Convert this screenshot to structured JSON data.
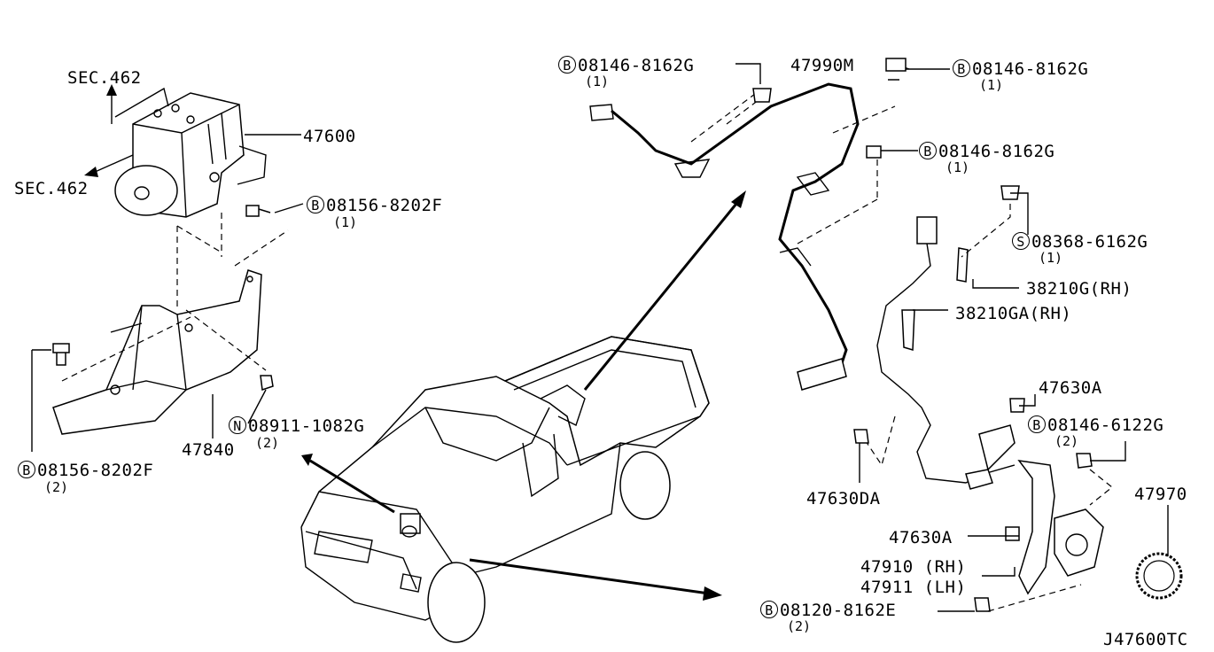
{
  "sec_top": "SEC.462",
  "sec_left": "SEC.462",
  "diagram_id": "J47600TC",
  "parts": {
    "p47600": "47600",
    "p47840": "47840",
    "p47990m": "47990M",
    "p38210g": "38210G(RH)",
    "p38210ga": "38210GA(RH)",
    "p47630a_top": "47630A",
    "p47630da": "47630DA",
    "p47630a_mid": "47630A",
    "p47910": "47910 (RH)",
    "p47911": "47911 (LH)",
    "p47970": "47970"
  },
  "fasteners": [
    {
      "prefix": "B",
      "code": "08156-8202F",
      "qty": "(1)"
    },
    {
      "prefix": "N",
      "code": "08911-1082G",
      "qty": "(2)"
    },
    {
      "prefix": "B",
      "code": "08156-8202F",
      "qty": "(2)"
    },
    {
      "prefix": "B",
      "code": "08146-8162G",
      "qty": "(1)"
    },
    {
      "prefix": "B",
      "code": "08146-8162G",
      "qty": "(1)"
    },
    {
      "prefix": "B",
      "code": "08146-8162G",
      "qty": "(1)"
    },
    {
      "prefix": "S",
      "code": "08368-6162G",
      "qty": "(1)"
    },
    {
      "prefix": "B",
      "code": "08146-6122G",
      "qty": "(2)"
    },
    {
      "prefix": "B",
      "code": "08120-8162E",
      "qty": "(2)"
    }
  ]
}
